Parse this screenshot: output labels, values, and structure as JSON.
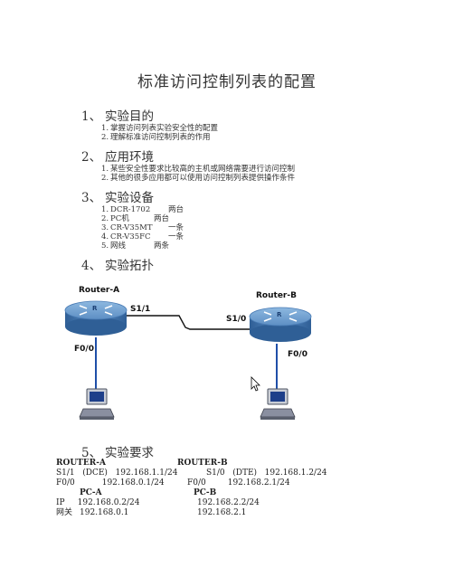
{
  "title": "标准访问控制列表的配置",
  "sections": [
    {
      "num": "1、",
      "label": "实验目的"
    },
    {
      "num": "2、",
      "label": "应用环境"
    },
    {
      "num": "3、",
      "label": "实验设备"
    },
    {
      "num": "4、",
      "label": "实验拓扑"
    },
    {
      "num": "5、",
      "label": "实验要求"
    }
  ],
  "purpose": [
    {
      "n": "1.",
      "text": "掌握访问列表实验安全性的配置"
    },
    {
      "n": "2.",
      "text": "理解标准访问控制列表的作用"
    }
  ],
  "environment": [
    {
      "n": "1.",
      "text": "某些安全性要求比较高的主机或网络需要进行访问控制"
    },
    {
      "n": "2.",
      "text": "其他的很多应用都可以使用访问控制列表提供操作条件"
    }
  ],
  "equipment": [
    {
      "n": "1.",
      "name": "DCR-1702",
      "qty": "两台"
    },
    {
      "n": "2.",
      "name": "PC机",
      "qty": "两台"
    },
    {
      "n": "3.",
      "name": "CR-V35MT",
      "qty": "一条"
    },
    {
      "n": "4.",
      "name": "CR-V35FC",
      "qty": "一条"
    },
    {
      "n": "5.",
      "name": "网线",
      "qty": "两条"
    }
  ],
  "topology": {
    "router_a": "Router-A",
    "router_b": "Router-B",
    "router_icon_letter": "R",
    "ra_serial": "S1/1",
    "rb_serial": "S1/0",
    "ra_eth": "F0/0",
    "rb_eth": "F0/0"
  },
  "requirements": {
    "router_a_title": "ROUTER-A",
    "router_b_title": "ROUTER-B",
    "ra_s_if": "S1/1",
    "ra_s_mode": "(DCE)",
    "ra_s_ip": "192.168.1.1/24",
    "rb_s_if": "S1/0",
    "rb_s_mode": "(DTE)",
    "rb_s_ip": "192.168.1.2/24",
    "ra_f_if": "F0/0",
    "ra_f_ip": "192.168.0.1/24",
    "rb_f_if": "F0/0",
    "rb_f_ip": "192.168.2.1/24",
    "pc_a_title": "PC-A",
    "pc_b_title": "PC-B",
    "ip_label": "IP",
    "pc_a_ip": "192.168.0.2/24",
    "pc_b_ip": "192.168.2.2/24",
    "gw_label": "网关",
    "pc_a_gw": "192.168.0.1",
    "pc_b_gw": "192.168.2.1"
  },
  "colors": {
    "router_top": "#6d9fd0",
    "router_side": "#3d6fa6",
    "link": "#1f4fa8",
    "serial": "#111111"
  }
}
